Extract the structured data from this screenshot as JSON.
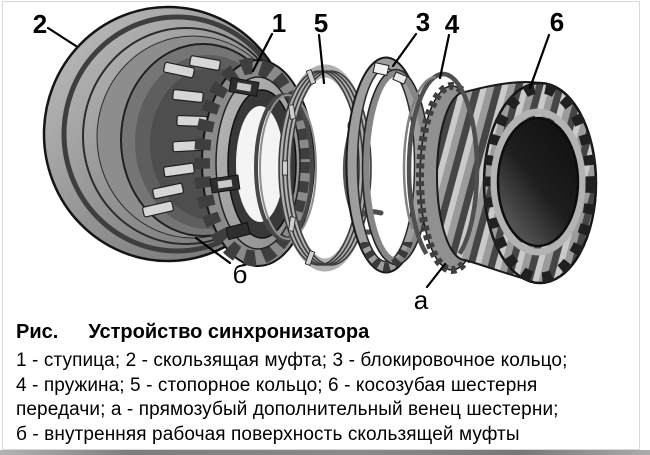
{
  "page": {
    "background": "#ffffff",
    "border_color": "#d9d9d9",
    "bottom_strip_color": "#8a8a8a",
    "ink_color": "#000000"
  },
  "figure": {
    "description_names": {
      "sleeve": "skolzyashchaya-mufta",
      "hub": "stupitsa",
      "circlip": "stopornoe-koltso",
      "blocking_ring": "blokirovochnoe-koltso",
      "spring": "pruzhina",
      "gear": "kosozubaya-shesternya"
    },
    "callouts": [
      {
        "id": "2",
        "label": "2"
      },
      {
        "id": "1",
        "label": "1"
      },
      {
        "id": "5",
        "label": "5"
      },
      {
        "id": "3",
        "label": "3"
      },
      {
        "id": "4",
        "label": "4"
      },
      {
        "id": "6",
        "label": "6"
      },
      {
        "id": "a",
        "label": "а"
      },
      {
        "id": "b",
        "label": "б"
      }
    ]
  },
  "caption": {
    "figure_label": "Рис.",
    "title": "Устройство синхронизатора",
    "lines": [
      "1 - ступица; 2 - скользящая муфта; 3 - блокировочное кольцо;",
      "4 - пружина; 5 - стопорное кольцо; 6 - косозубая шестерня",
      "передачи; а - прямозубый дополнительный венец шестерни;",
      "б - внутренняя рабочая поверхность скользящей муфты"
    ]
  }
}
